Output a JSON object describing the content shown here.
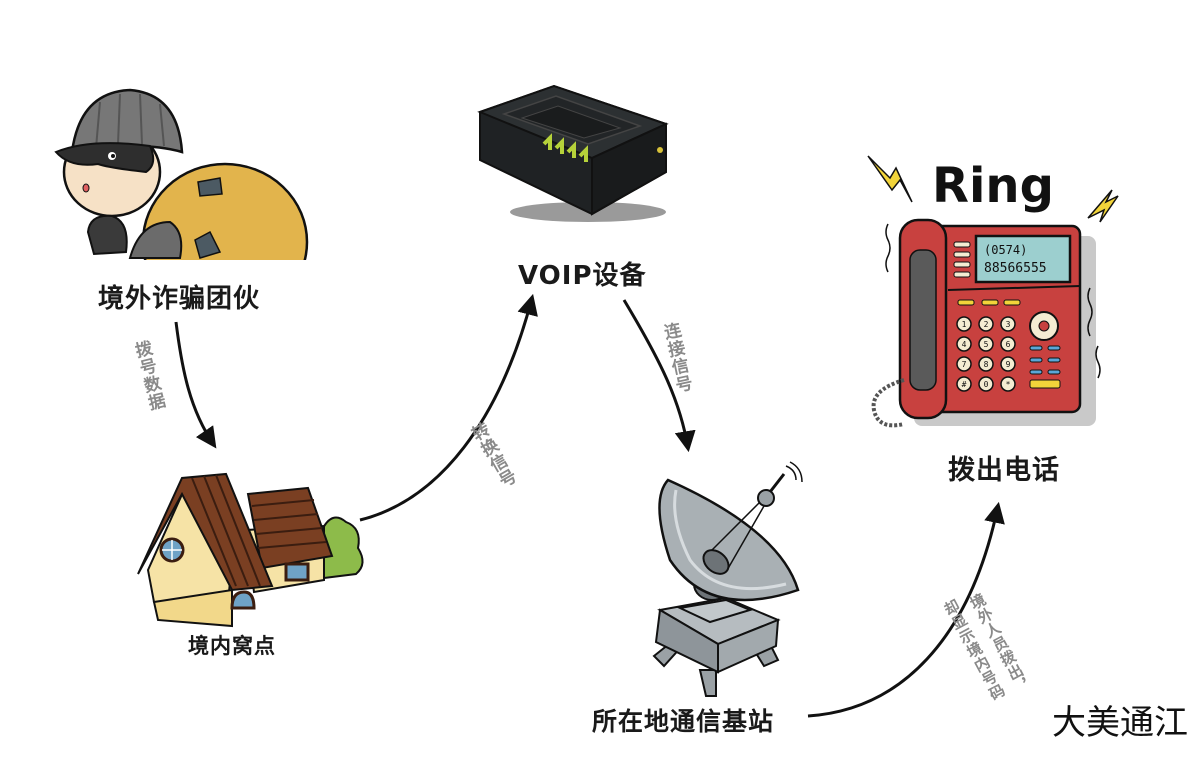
{
  "diagram": {
    "nodes": [
      {
        "id": "fraud-group",
        "label": "境外诈骗团伙",
        "icon": "thief-icon"
      },
      {
        "id": "domestic-den",
        "label": "境内窝点",
        "icon": "house-icon"
      },
      {
        "id": "voip",
        "label": "VOIP设备",
        "icon": "voip-device-icon"
      },
      {
        "id": "base-station",
        "label": "所在地通信基站",
        "icon": "satellite-dish-icon"
      },
      {
        "id": "outgoing-call",
        "label": "拨出电话",
        "icon": "telephone-icon"
      }
    ],
    "edges": [
      {
        "from": "fraud-group",
        "to": "domestic-den",
        "label": "拨号数据"
      },
      {
        "from": "domestic-den",
        "to": "voip",
        "label": "转换信号"
      },
      {
        "from": "voip",
        "to": "base-station",
        "label": "连接信号"
      },
      {
        "from": "base-station",
        "to": "outgoing-call",
        "label_line1": "境外人员拨出，",
        "label_line2": "却显示境内号码"
      }
    ],
    "phone": {
      "ring_text": "Ring",
      "display_line1": "(0574)",
      "display_line2": "88566555",
      "keys": [
        "1",
        "2",
        "3",
        "4",
        "5",
        "6",
        "7",
        "8",
        "9",
        "#",
        "0",
        "*"
      ]
    }
  },
  "watermark": "大美通江",
  "colors": {
    "arrow": "#111111",
    "arrow_label": "#8a8a8a",
    "bag": "#e2b44c",
    "phone_red": "#c8413f",
    "phone_screen": "#9ccfcf",
    "roof": "#7a3f22",
    "wall": "#f6e3a6",
    "bush": "#8dbb4a",
    "dish": "#a9b0b4",
    "voip_body": "#26292b",
    "led": "#b6d23a",
    "lightning": "#f2d43a"
  }
}
